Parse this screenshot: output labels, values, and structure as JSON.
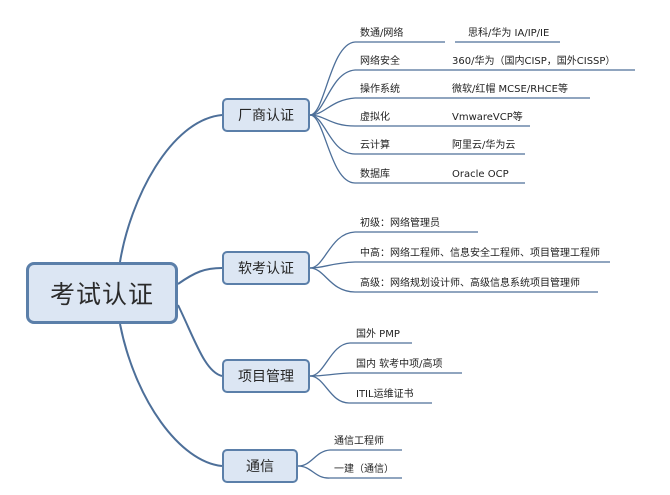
{
  "root": {
    "label": "考试认证"
  },
  "branches": [
    {
      "label": "厂商认证",
      "items": [
        {
          "name": "数通/网络",
          "value": "思科/华为 IA/IP/IE"
        },
        {
          "name": "网络安全",
          "value": "360/华为（国内CISP，国外CISSP）"
        },
        {
          "name": "操作系统",
          "value": "微软/红帽 MCSE/RHCE等"
        },
        {
          "name": "虚拟化",
          "value": "VmwareVCP等"
        },
        {
          "name": "云计算",
          "value": "阿里云/华为云"
        },
        {
          "name": "数据库",
          "value": "Oracle OCP"
        }
      ]
    },
    {
      "label": "软考认证",
      "items": [
        {
          "name": "初级：网络管理员"
        },
        {
          "name": "中高：网络工程师、信息安全工程师、项目管理工程师"
        },
        {
          "name": "高级：网络规划设计师、高级信息系统项目管理师"
        }
      ]
    },
    {
      "label": "项目管理",
      "items": [
        {
          "name": "国外 PMP"
        },
        {
          "name": "国内 软考中项/高项"
        },
        {
          "name": "ITIL运维证书"
        }
      ]
    },
    {
      "label": "通信",
      "items": [
        {
          "name": "通信工程师"
        },
        {
          "name": "一建（通信）"
        }
      ]
    }
  ]
}
